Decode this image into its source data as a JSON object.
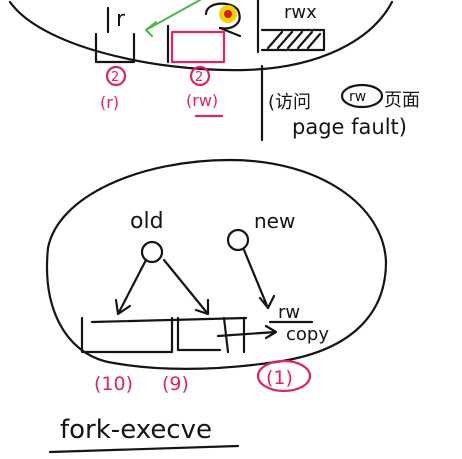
{
  "colors": {
    "ink": "#151515",
    "annotation": "#e0245e",
    "arrow": "#4cb648",
    "highlight": "#f2d200",
    "marker": "#e01a1a"
  },
  "top": {
    "perm_left": "r",
    "perm_right": "rwx",
    "count_left": "2",
    "perm_left_label": "(r)",
    "count_middle": "2",
    "perm_middle_label": "(rw)",
    "note_line1": "(访问",
    "note_circled": "rw",
    "note_tail": "页面",
    "note_line2": "page fault)"
  },
  "bottom": {
    "process_old": "old",
    "process_new": "new",
    "perm_copy": "rw",
    "copy_label": "copy",
    "count_left": "(10)",
    "count_middle": "(9)",
    "count_right": "(1)"
  },
  "caption": "fork-execve"
}
